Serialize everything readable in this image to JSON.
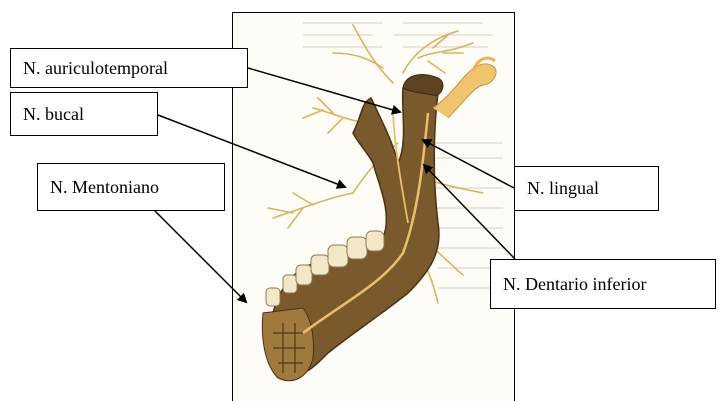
{
  "labels": {
    "auriculotemporal": "N. auriculotemporal",
    "bucal": "N. bucal",
    "mentoniano": "N. Mentoniano",
    "lingual": "N. lingual",
    "dentario_inferior": "N. Dentario inferior"
  },
  "colors": {
    "bone": "#7a5a2c",
    "bone_dark": "#4a3214",
    "nerve": "#e8c06a",
    "teeth": "#f2e8c8",
    "arrow": "#000000"
  }
}
